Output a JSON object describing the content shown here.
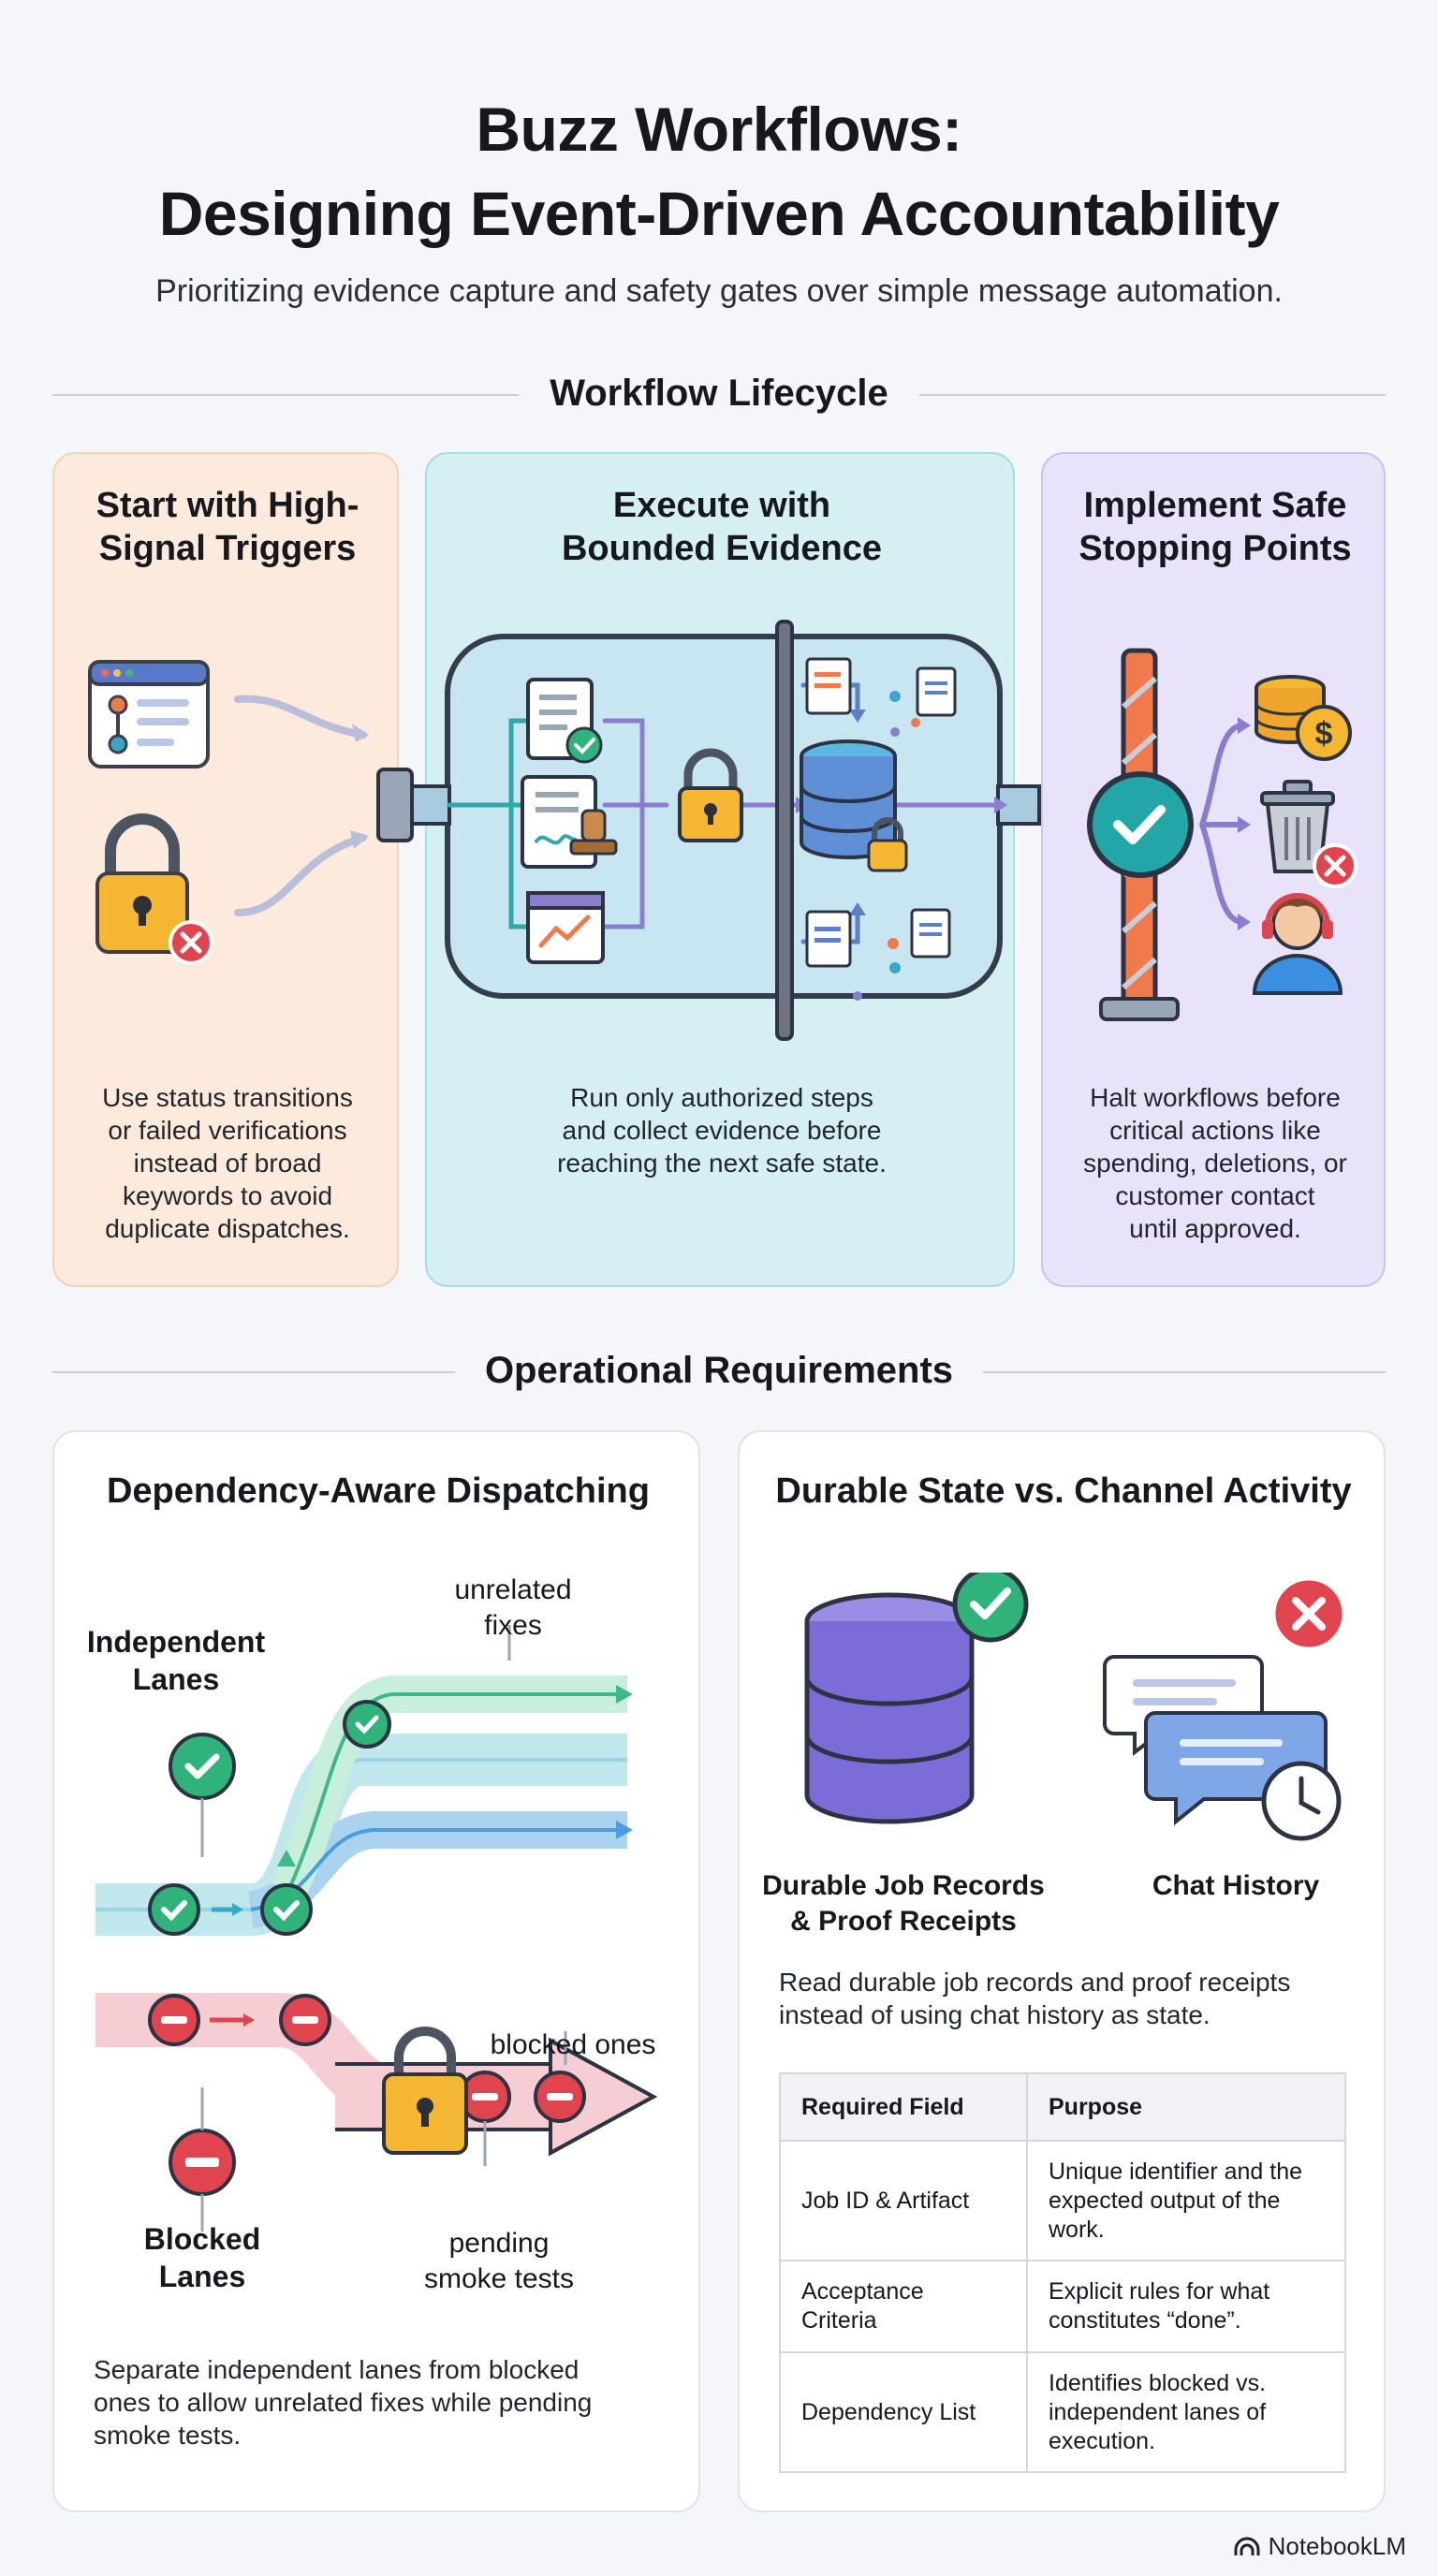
{
  "header": {
    "title_line1": "Buzz Workflows:",
    "title_line2": "Designing Event-Driven Accountability",
    "subtitle": "Prioritizing evidence capture and safety gates over simple message automation."
  },
  "lifecycle": {
    "section_title": "Workflow Lifecycle",
    "panels": [
      {
        "title_l1": "Start with High-",
        "title_l2": "Signal Triggers",
        "body": [
          "Use status transitions",
          "or failed verifications",
          "instead of broad",
          "keywords to avoid",
          "duplicate dispatches."
        ]
      },
      {
        "title_l1": "Execute with",
        "title_l2": "Bounded Evidence",
        "body": [
          "Run only authorized steps",
          "and collect evidence before",
          "reaching the next safe state."
        ]
      },
      {
        "title_l1": "Implement Safe",
        "title_l2": "Stopping Points",
        "body": [
          "Halt workflows before",
          "critical actions like",
          "spending, deletions, or",
          "customer contact",
          "until approved."
        ]
      }
    ]
  },
  "operational": {
    "section_title": "Operational Requirements",
    "dispatching": {
      "title": "Dependency-Aware Dispatching",
      "independent_label_l1": "Independent",
      "independent_label_l2": "Lanes",
      "unrelated_l1": "unrelated",
      "unrelated_l2": "fixes",
      "blocked_ones": "blocked ones",
      "blocked_label_l1": "Blocked",
      "blocked_label_l2": "Lanes",
      "pending_l1": "pending",
      "pending_l2": "smoke tests",
      "body": [
        "Separate independent lanes from blocked",
        "ones to allow unrelated fixes while pending",
        "smoke tests."
      ]
    },
    "durable": {
      "title": "Durable State vs. Channel Activity",
      "records_label_l1": "Durable Job Records",
      "records_label_l2": "& Proof Receipts",
      "chat_label": "Chat History",
      "body": [
        "Read durable job records and proof receipts",
        "instead of using chat history as state."
      ],
      "table": {
        "headers": [
          "Required Field",
          "Purpose"
        ],
        "rows": [
          {
            "field": "Job ID & Artifact",
            "purpose": [
              "Unique identifier and the",
              "expected output of the",
              "work."
            ]
          },
          {
            "field": [
              "Acceptance",
              "Criteria"
            ],
            "purpose": [
              "Explicit rules for what",
              "constitutes “done”."
            ]
          },
          {
            "field": "Dependency List",
            "purpose": [
              "Identifies blocked vs.",
              "independent lanes of",
              "execution."
            ]
          }
        ]
      }
    }
  },
  "footer": {
    "brand": "NotebookLM",
    "icon": "notebooklm-logo-icon"
  },
  "colors": {
    "orange_panel": "#fcebdc",
    "teal_panel": "#d5f0f3",
    "purple_panel": "#e9e3f9",
    "check_green": "#2fb37a",
    "blocked_red": "#e0444f",
    "lock_gold": "#f5b731"
  }
}
